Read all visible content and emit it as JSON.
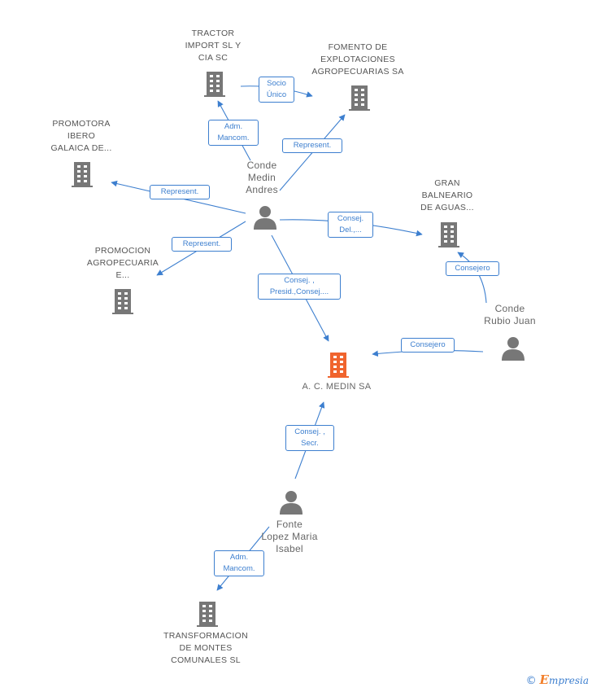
{
  "colors": {
    "edge": "#3d7fcf",
    "company": "#777777",
    "main_company": "#f0642e",
    "person": "#777777"
  },
  "nodes": {
    "tractor": "TRACTOR\nIMPORT SL Y\nCIA SC",
    "fomento": "FOMENTO DE\nEXPLOTACIONES\nAGROPECUARIAS SA",
    "promotora": "PROMOTORA\nIBERO\nGALAICA DE...",
    "conde_medin": "Conde\nMedin\nAndres",
    "gran_balneario": "GRAN\nBALNEARIO\nDE AGUAS...",
    "promocion": "PROMOCION\nAGROPECUARIA\nE...",
    "conde_rubio": "Conde\nRubio Juan",
    "main": "A. C. MEDIN SA",
    "fonte": "Fonte\nLopez Maria\nIsabel",
    "transformacion": "TRANSFORMACION\nDE MONTES\nCOMUNALES SL"
  },
  "edges": {
    "socio_unico": "Socio\nÚnico",
    "adm_mancom_1": "Adm.\nMancom.",
    "represent_fomento": "Represent.",
    "represent_promotora": "Represent.",
    "represent_promocion": "Represent.",
    "consej_del": "Consej.\nDel.,...",
    "consej_presid": "Consej. ,\nPresid.,Consej....",
    "consejero_gran": "Consejero",
    "consejero_main": "Consejero",
    "consej_secr": "Consej. ,\nSecr.",
    "adm_mancom_2": "Adm.\nMancom."
  },
  "footer": {
    "copyright": "©",
    "brand_e": "E",
    "brand_rest": "mpresia"
  }
}
